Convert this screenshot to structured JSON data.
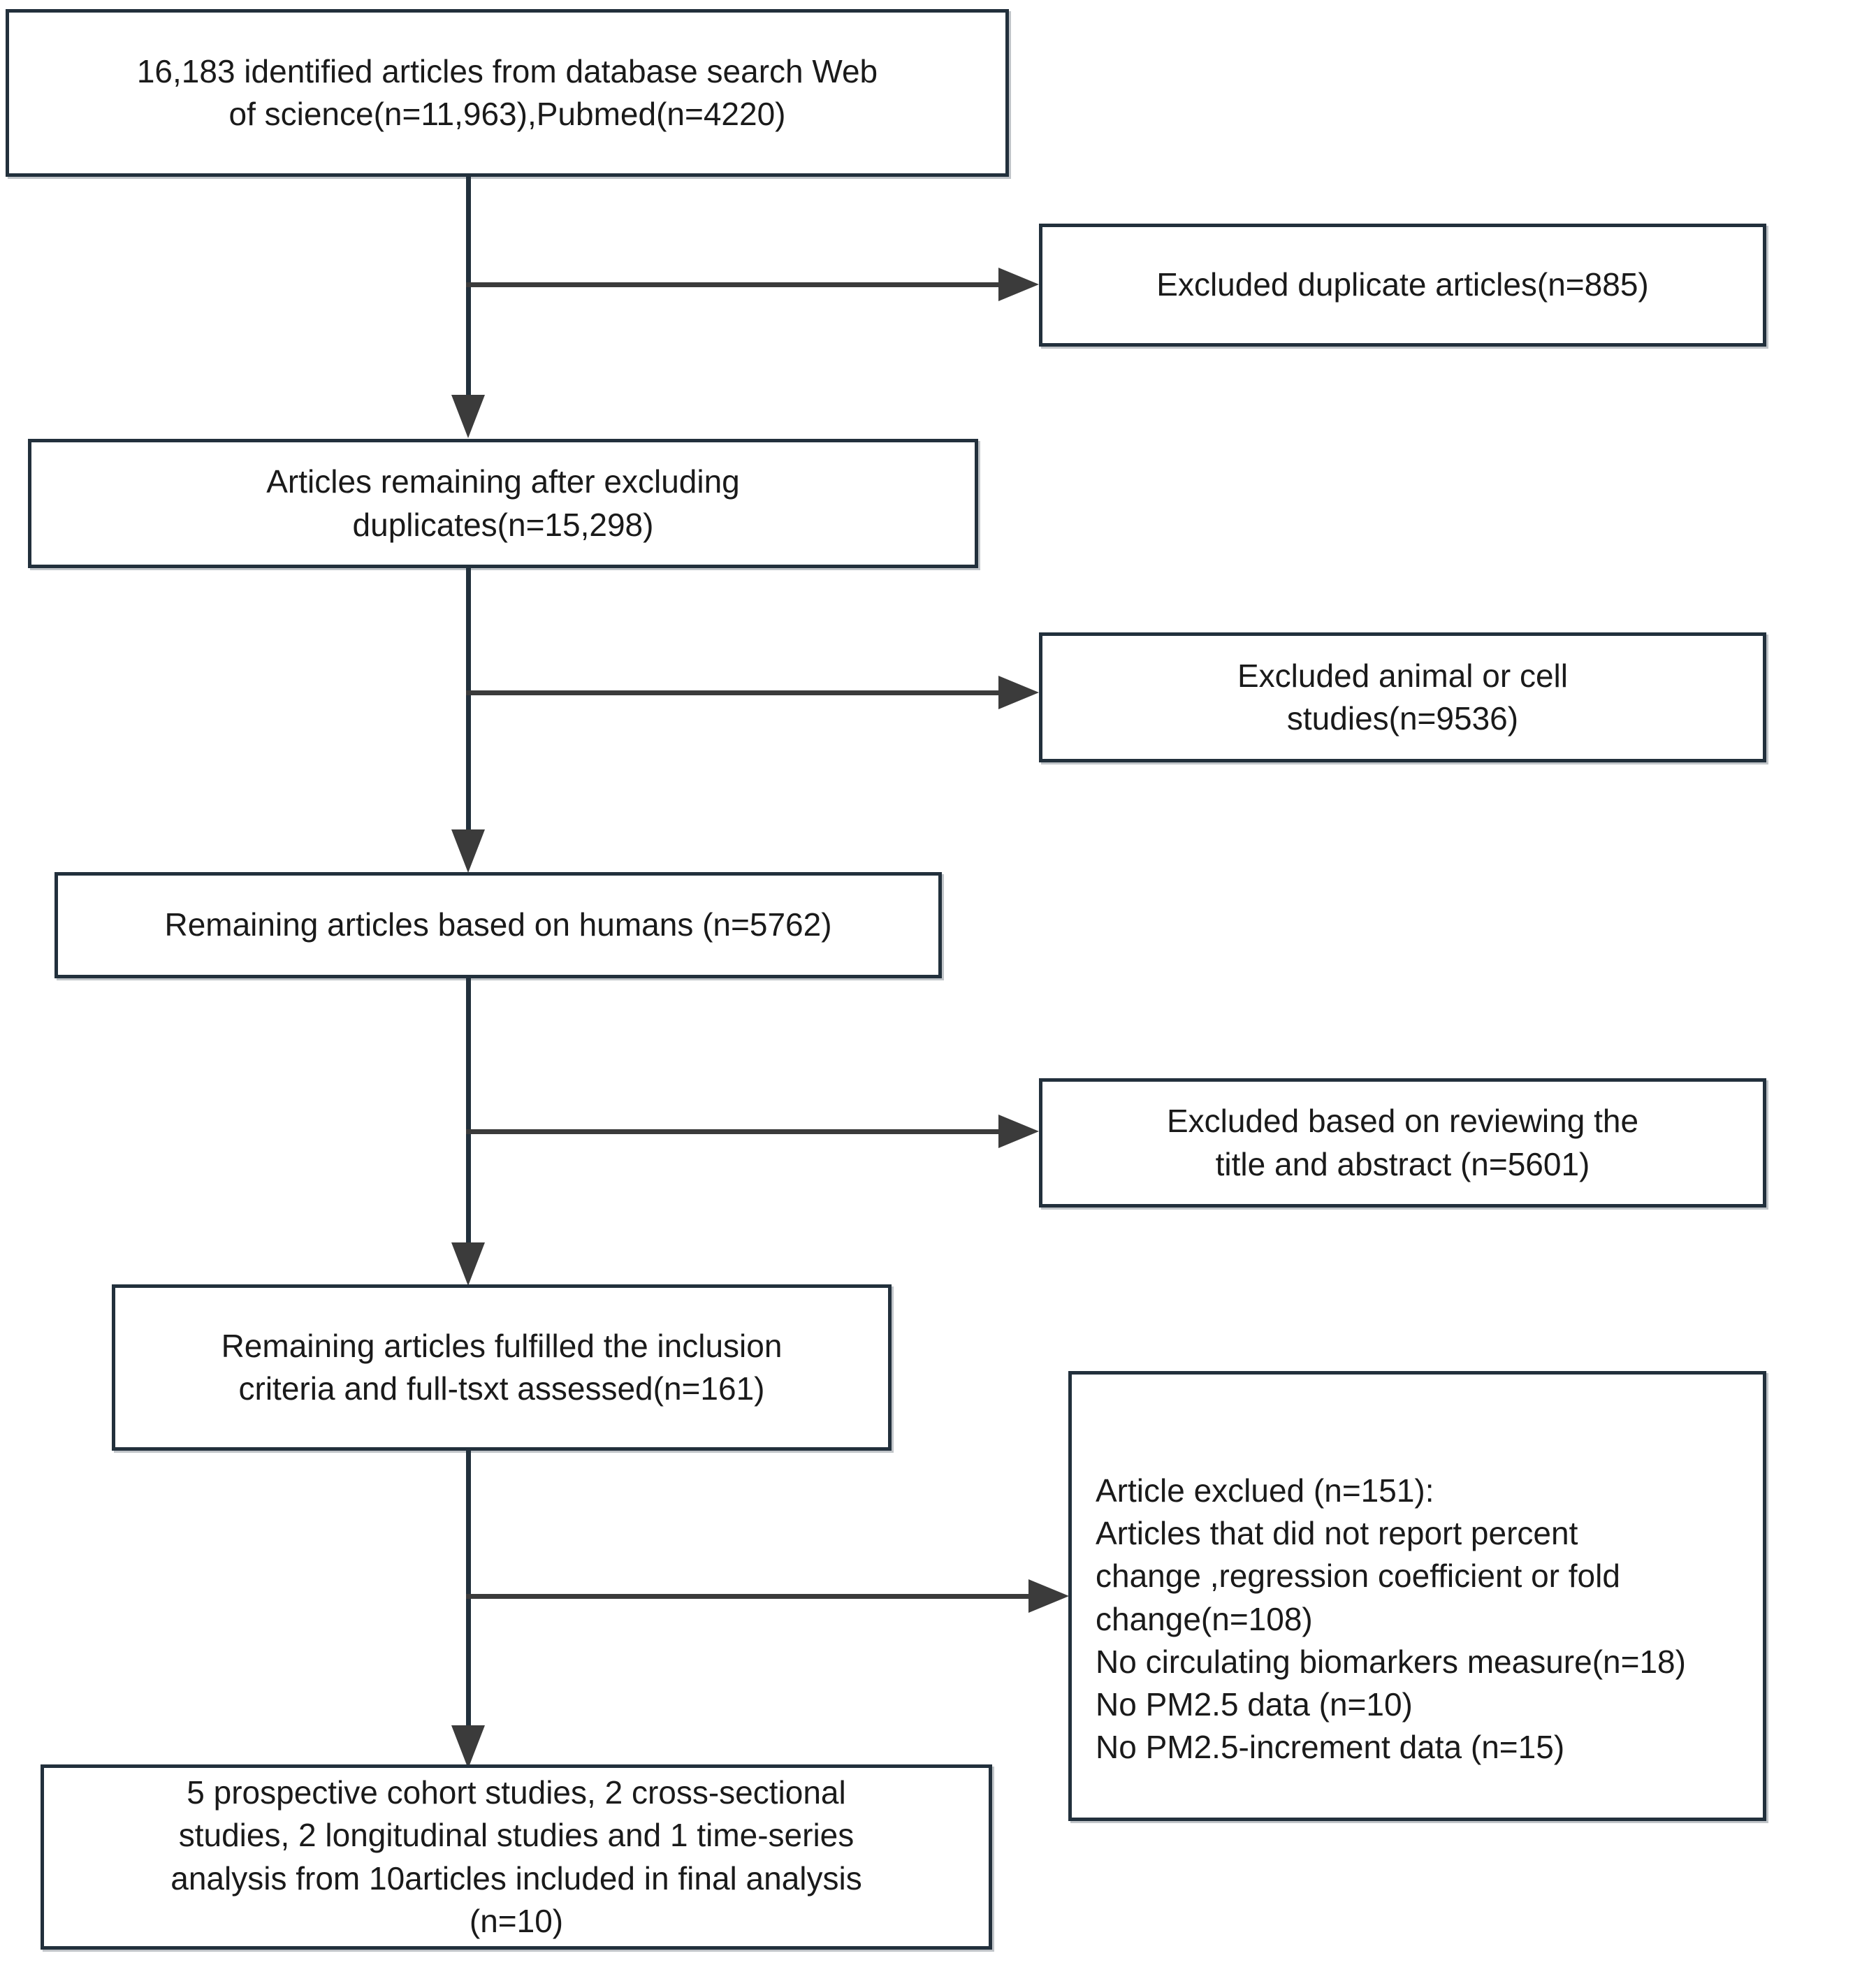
{
  "diagram": {
    "title": "PRISMA study selection flow diagram",
    "accent_color": "#22303c",
    "line_color": "#3b3b3b",
    "background": "#ffffff"
  },
  "nodes": {
    "identified": {
      "label": "16,183 identified articles from database search Web\nof science(n=11,963),Pubmed(n=4220)"
    },
    "excluded_duplicates": {
      "label": "Excluded duplicate articles(n=885)"
    },
    "after_duplicates": {
      "label": "Articles remaining after excluding\nduplicates(n=15,298)"
    },
    "excluded_animal_cell": {
      "label": "Excluded animal or cell\nstudies(n=9536)"
    },
    "human_based": {
      "label": "Remaining articles based on humans (n=5762)"
    },
    "excluded_title_abstract": {
      "label": "Excluded based on reviewing the\ntitle and abstract (n=5601)"
    },
    "inclusion_criteria": {
      "label": "Remaining articles fulfilled the inclusion\ncriteria and full-tsxt assessed(n=161)"
    },
    "article_excluded": {
      "lines": [
        "Article exclued (n=151):",
        "Articles that did not report percent",
        "change ,regression coefficient or fold",
        "change(n=108)",
        "No circulating biomarkers measure(n=18)",
        "No PM2.5 data (n=10)",
        "No PM2.5-increment data (n=15)"
      ],
      "label": "Article exclued (n=151):\nArticles that did not report percent\nchange ,regression coefficient or fold\nchange(n=108)\nNo circulating biomarkers measure(n=18)\nNo PM2.5 data (n=10)\nNo PM2.5-increment data (n=15)"
    },
    "final_included": {
      "label": "5 prospective cohort studies, 2 cross-sectional\nstudies,  2 longitudinal studies and 1 time-series\nanalysis from 10articles included in final analysis\n(n=10)"
    }
  },
  "counts": {
    "identified_total": 16183,
    "web_of_science": 11963,
    "pubmed": 4220,
    "duplicates_excluded": 885,
    "after_duplicates": 15298,
    "animal_cell_excluded": 9536,
    "human_based": 5762,
    "title_abstract_excluded": 5601,
    "full_text_assessed": 161,
    "full_text_excluded": 151,
    "no_percent_change": 108,
    "no_circulating_biomarkers": 18,
    "no_pm25_data": 10,
    "no_pm25_increment": 15,
    "final_included": 10,
    "prospective_cohort": 5,
    "cross_sectional": 2,
    "longitudinal": 2,
    "time_series": 1
  }
}
